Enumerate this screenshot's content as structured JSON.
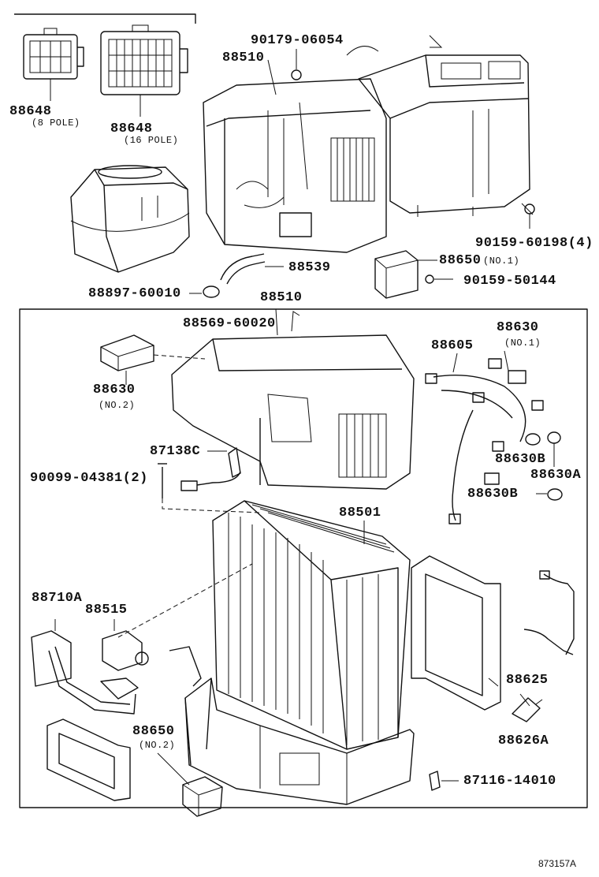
{
  "labels": {
    "p88648_8": "88648",
    "p88648_8_sub": "(8 POLE)",
    "p88648_16": "88648",
    "p88648_16_sub": "(16 POLE)",
    "p90179": "90179-06054",
    "p88510_top": "88510",
    "p90159_60198": "90159-60198(4)",
    "p88650_no1": "88650",
    "p88650_no1_sub": "(NO.1)",
    "p90159_50144": "90159-50144",
    "p88539": "88539",
    "p88897": "88897-60010",
    "p88510_mid": "88510",
    "p88569": "88569-60020",
    "p88630_no1": "88630",
    "p88630_no1_sub": "(NO.1)",
    "p88605": "88605",
    "p88630_no2": "88630",
    "p88630_no2_sub": "(NO.2)",
    "p87138c": "87138C",
    "p88630b_1": "88630B",
    "p90099": "90099-04381(2)",
    "p88630a": "88630A",
    "p88630b_2": "88630B",
    "p88501": "88501",
    "p88710a": "88710A",
    "p88515": "88515",
    "p88625": "88625",
    "p88650_no2": "88650",
    "p88650_no2_sub": "(NO.2)",
    "p88626a": "88626A",
    "p87116": "87116-14010",
    "ref": "873157A"
  }
}
